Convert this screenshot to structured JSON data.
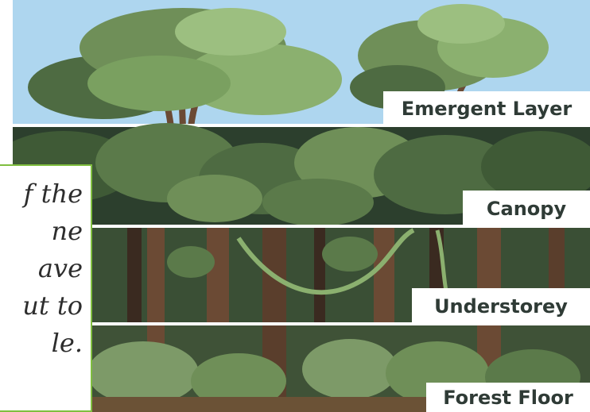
{
  "layers": {
    "emergent": "Emergent Layer",
    "canopy": "Canopy",
    "understorey": "Understorey",
    "forest_floor": "Forest Floor"
  },
  "text_fragments": [
    "f the",
    "ne",
    "ave",
    "ut to",
    "le."
  ],
  "colors": {
    "sky": "#aed6ef",
    "foliage_dark": "#2c3f2d",
    "foliage_mid": "#4e6b42",
    "foliage_light": "#8bb06f",
    "trunk": "#6b4a34",
    "text_box_border": "#7fbe3f",
    "label_text": "#2f3b36"
  }
}
